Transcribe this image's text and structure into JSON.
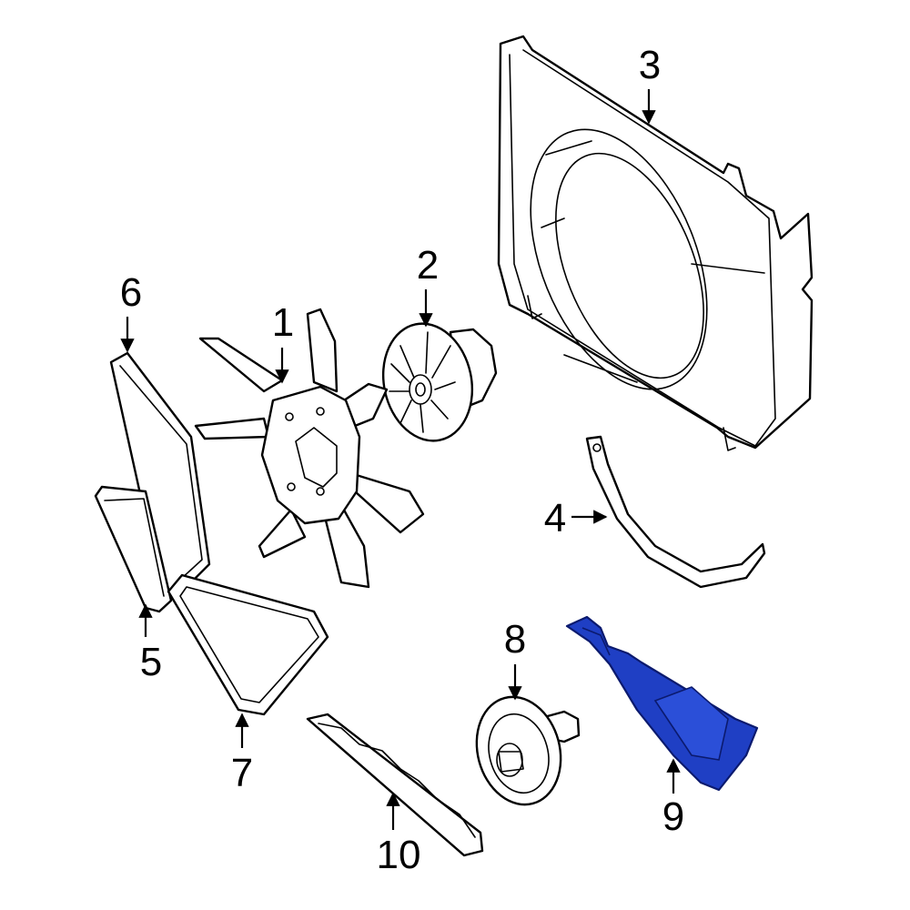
{
  "callouts": [
    {
      "id": "1",
      "label": "1"
    },
    {
      "id": "2",
      "label": "2"
    },
    {
      "id": "3",
      "label": "3"
    },
    {
      "id": "4",
      "label": "4"
    },
    {
      "id": "5",
      "label": "5"
    },
    {
      "id": "6",
      "label": "6"
    },
    {
      "id": "7",
      "label": "7"
    },
    {
      "id": "8",
      "label": "8"
    },
    {
      "id": "9",
      "label": "9"
    },
    {
      "id": "10",
      "label": "10"
    }
  ],
  "colors": {
    "line": "#000000",
    "background": "#ffffff",
    "highlight_fill": "#1f3fc4",
    "highlight_stroke": "#0b1a6e"
  },
  "highlighted_part": "9"
}
